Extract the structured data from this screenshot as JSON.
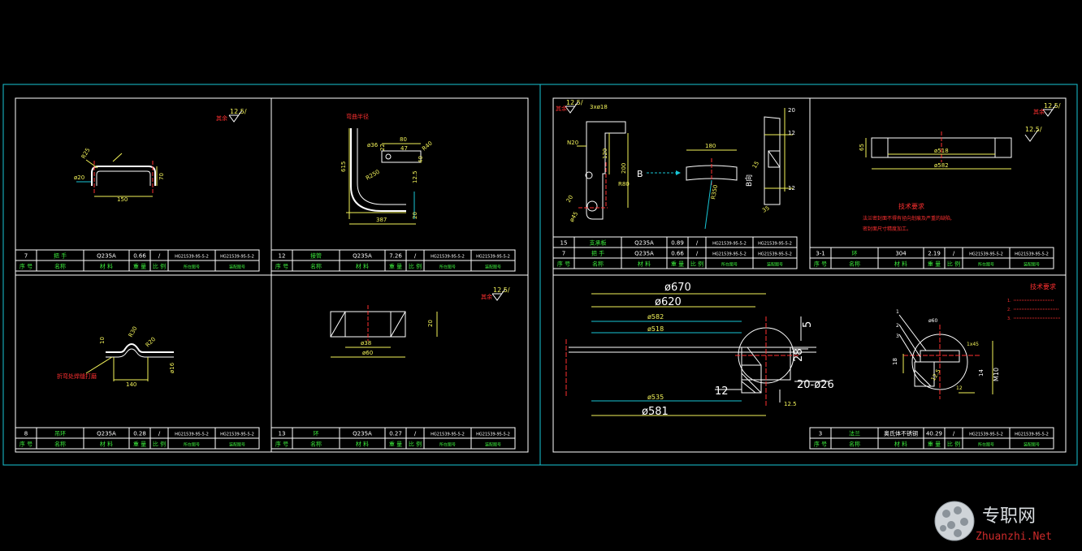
{
  "colors": {
    "background": "#000000",
    "sheet_frame": "#18c6d6",
    "border": "#ffffff",
    "dimension": "#f3f35a",
    "part": "#ffffff",
    "centerline": "#ff3030",
    "annotation": "#18c6d6",
    "green_text": "#3be83b",
    "red_text": "#ff3030"
  },
  "left_sheet": {
    "roughness_mark": "12.5/",
    "roughness_label": "其余",
    "drawing_label": "弯曲半径",
    "drawing_label_2": "折弯处焊缝打磨",
    "tables": [
      {
        "row1": [
          "7",
          "把 手",
          "Q235A",
          "0.66",
          "/",
          "HG21539-95-5-2",
          "HG21539-95-5-2"
        ],
        "row2": [
          "序 号",
          "名称",
          "材 料",
          "重 量",
          "比 例",
          "所在图号",
          "装配图号"
        ]
      },
      {
        "row1": [
          "12",
          "接管",
          "Q235A",
          "7.26",
          "/",
          "HG21539-95-5-2",
          "HG21539-95-5-2"
        ],
        "row2": [
          "序 号",
          "名称",
          "材 料",
          "重 量",
          "比 例",
          "所在图号",
          "装配图号"
        ]
      },
      {
        "row1": [
          "8",
          "吊环",
          "Q235A",
          "0.28",
          "/",
          "HG21539-95-5-2",
          "HG21539-95-5-2"
        ],
        "row2": [
          "序 号",
          "名称",
          "材 料",
          "重 量",
          "比 例",
          "所在图号",
          "装配图号"
        ]
      },
      {
        "row1": [
          "13",
          "环",
          "Q235A",
          "0.27",
          "/",
          "HG21539-95-5-2",
          "HG21539-95-5-2"
        ],
        "row2": [
          "序 号",
          "名称",
          "材 料",
          "重 量",
          "比 例",
          "所在图号",
          "装配图号"
        ]
      }
    ],
    "dims": {
      "handle": [
        "R25",
        "ø20",
        "150",
        "70"
      ],
      "pipe": [
        "ø36",
        "80",
        "47",
        "R40",
        "22",
        "R250",
        "615",
        "387",
        "12.5",
        "40",
        "20"
      ],
      "ring_hook": [
        "10",
        "R30",
        "R20",
        "140",
        "ø16"
      ],
      "ring": [
        "20",
        "ø38",
        "ø60"
      ]
    }
  },
  "right_sheet": {
    "roughness_mark": "12.5/",
    "roughness_label": "其余",
    "tech_req_title": "技术要求",
    "tech_req_lines": [
      "法兰密封面不得有径向划痕及严重的缺陷,",
      "密封面尺寸精度加工。"
    ],
    "tech_req_title_2": "技术要求",
    "tech_req_lines_2": [
      "1.",
      "2.",
      "3."
    ],
    "tables": [
      {
        "row0": [
          "15",
          "支承板",
          "Q235A",
          "0.89",
          "/",
          "HG21539-95-5-2",
          "HG21539-95-5-2"
        ],
        "row1": [
          "7",
          "把 手",
          "Q235A",
          "0.66",
          "/",
          "HG21539-95-5-2",
          "HG21539-95-5-2"
        ],
        "row2": [
          "序 号",
          "名称",
          "材 料",
          "重 量",
          "比 例",
          "所在图号",
          "装配图号"
        ]
      },
      {
        "row1": [
          "3-1",
          "环",
          "304",
          "2.19",
          "/",
          "HG21539-95-5-2",
          "HG21539-95-5-2"
        ],
        "row2": [
          "序 号",
          "名称",
          "材 料",
          "重 量",
          "比 例",
          "所在图号",
          "装配图号"
        ]
      },
      {
        "row1": [
          "3",
          "法兰",
          "奥氏体不锈钢",
          "40.29",
          "/",
          "HG21539-95-5-2",
          "HG21539-95-5-2"
        ],
        "row2": [
          "序 号",
          "名称",
          "材 料",
          "重 量",
          "比 例",
          "所在图号",
          "装配图号"
        ]
      }
    ],
    "dims": {
      "plate": [
        "3xø18",
        "N20",
        "120",
        "200",
        "R80",
        "20",
        "ø45",
        "B"
      ],
      "section": [
        "180",
        "R350",
        "B向",
        "20",
        "12",
        "12",
        "15",
        "35"
      ],
      "ring_top": [
        "ø518",
        "ø582",
        "65"
      ],
      "flange": [
        "ø670",
        "ø620",
        "ø582",
        "ø518",
        "ø535",
        "ø581",
        "12",
        "20-ø26",
        "5",
        "28",
        "12.5"
      ],
      "detail": [
        "1",
        "2",
        "3",
        "ø60",
        "18",
        "14",
        "M10",
        "1x45",
        "12",
        "12.5"
      ]
    }
  },
  "watermark": {
    "brand": "专职网",
    "url": "Zhuanzhi.Net"
  }
}
